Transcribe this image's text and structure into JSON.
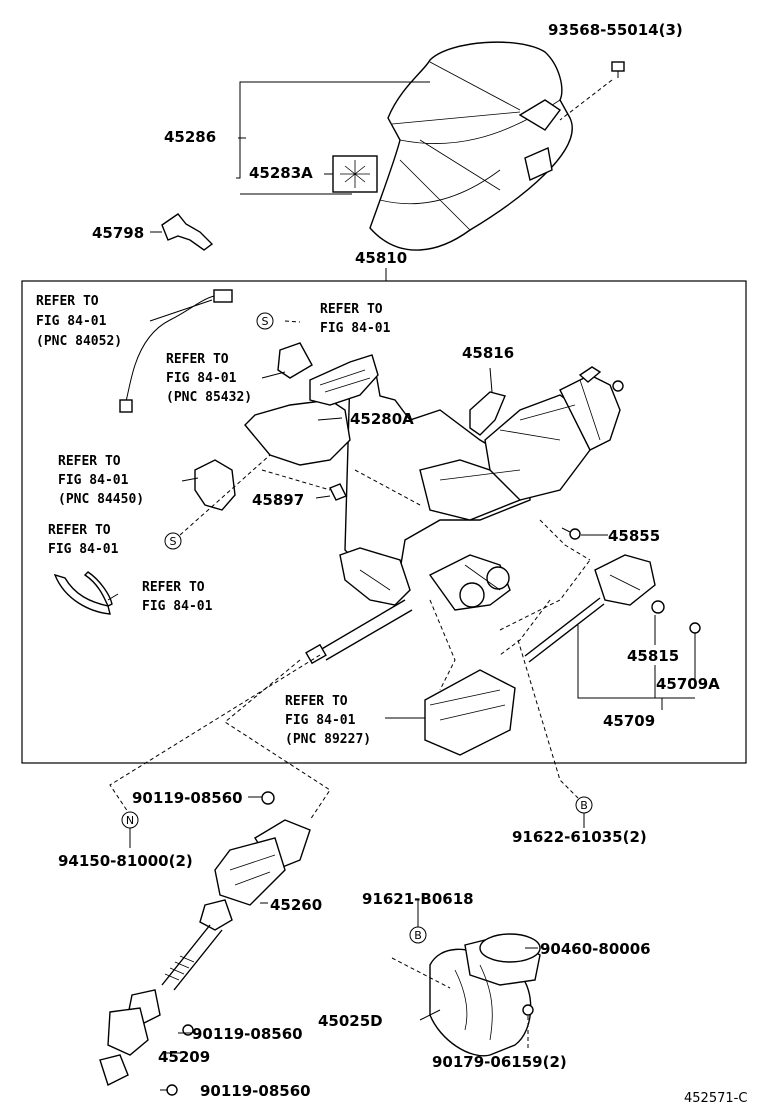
{
  "labels": {
    "p93568": "93568-55014(3)",
    "p45286": "45286",
    "p45283A": "45283A",
    "p45798": "45798",
    "p45810": "45810",
    "ref1_line1": "REFER TO",
    "ref1_line2": "FIG 84-01",
    "ref1_line3": "(PNC 84052)",
    "ref2_line1": "REFER TO",
    "ref2_line2": "FIG 84-01",
    "p45816": "45816",
    "ref3_line1": "REFER TO",
    "ref3_line2": "FIG 84-01",
    "ref3_line3": "(PNC 85432)",
    "p45280A": "45280A",
    "ref4_line1": "REFER TO",
    "ref4_line2": "FIG 84-01",
    "ref4_line3": "(PNC 84450)",
    "p45897": "45897",
    "ref5_line1": "REFER TO",
    "ref5_line2": "FIG 84-01",
    "p45855": "45855",
    "ref6_line1": "REFER TO",
    "ref6_line2": "FIG 84-01",
    "p45815": "45815",
    "p45709A": "45709A",
    "p45709": "45709",
    "ref7_line1": "REFER TO",
    "ref7_line2": "FIG 84-01",
    "ref7_line3": "(PNC 89227)",
    "p90119a": "90119-08560",
    "p94150": "94150-81000(2)",
    "p91622": "91622-61035(2)",
    "p45260": "45260",
    "p91621": "91621-B0618",
    "p90460": "90460-80006",
    "p45025D": "45025D",
    "p90119b": "90119-08560",
    "p45209": "45209",
    "p90179": "90179-06159(2)",
    "p90119c": "90119-08560",
    "figure_code": "452571-C"
  },
  "tags": {
    "s1": "S",
    "s2": "S",
    "n": "N",
    "b1": "B",
    "b2": "B"
  }
}
